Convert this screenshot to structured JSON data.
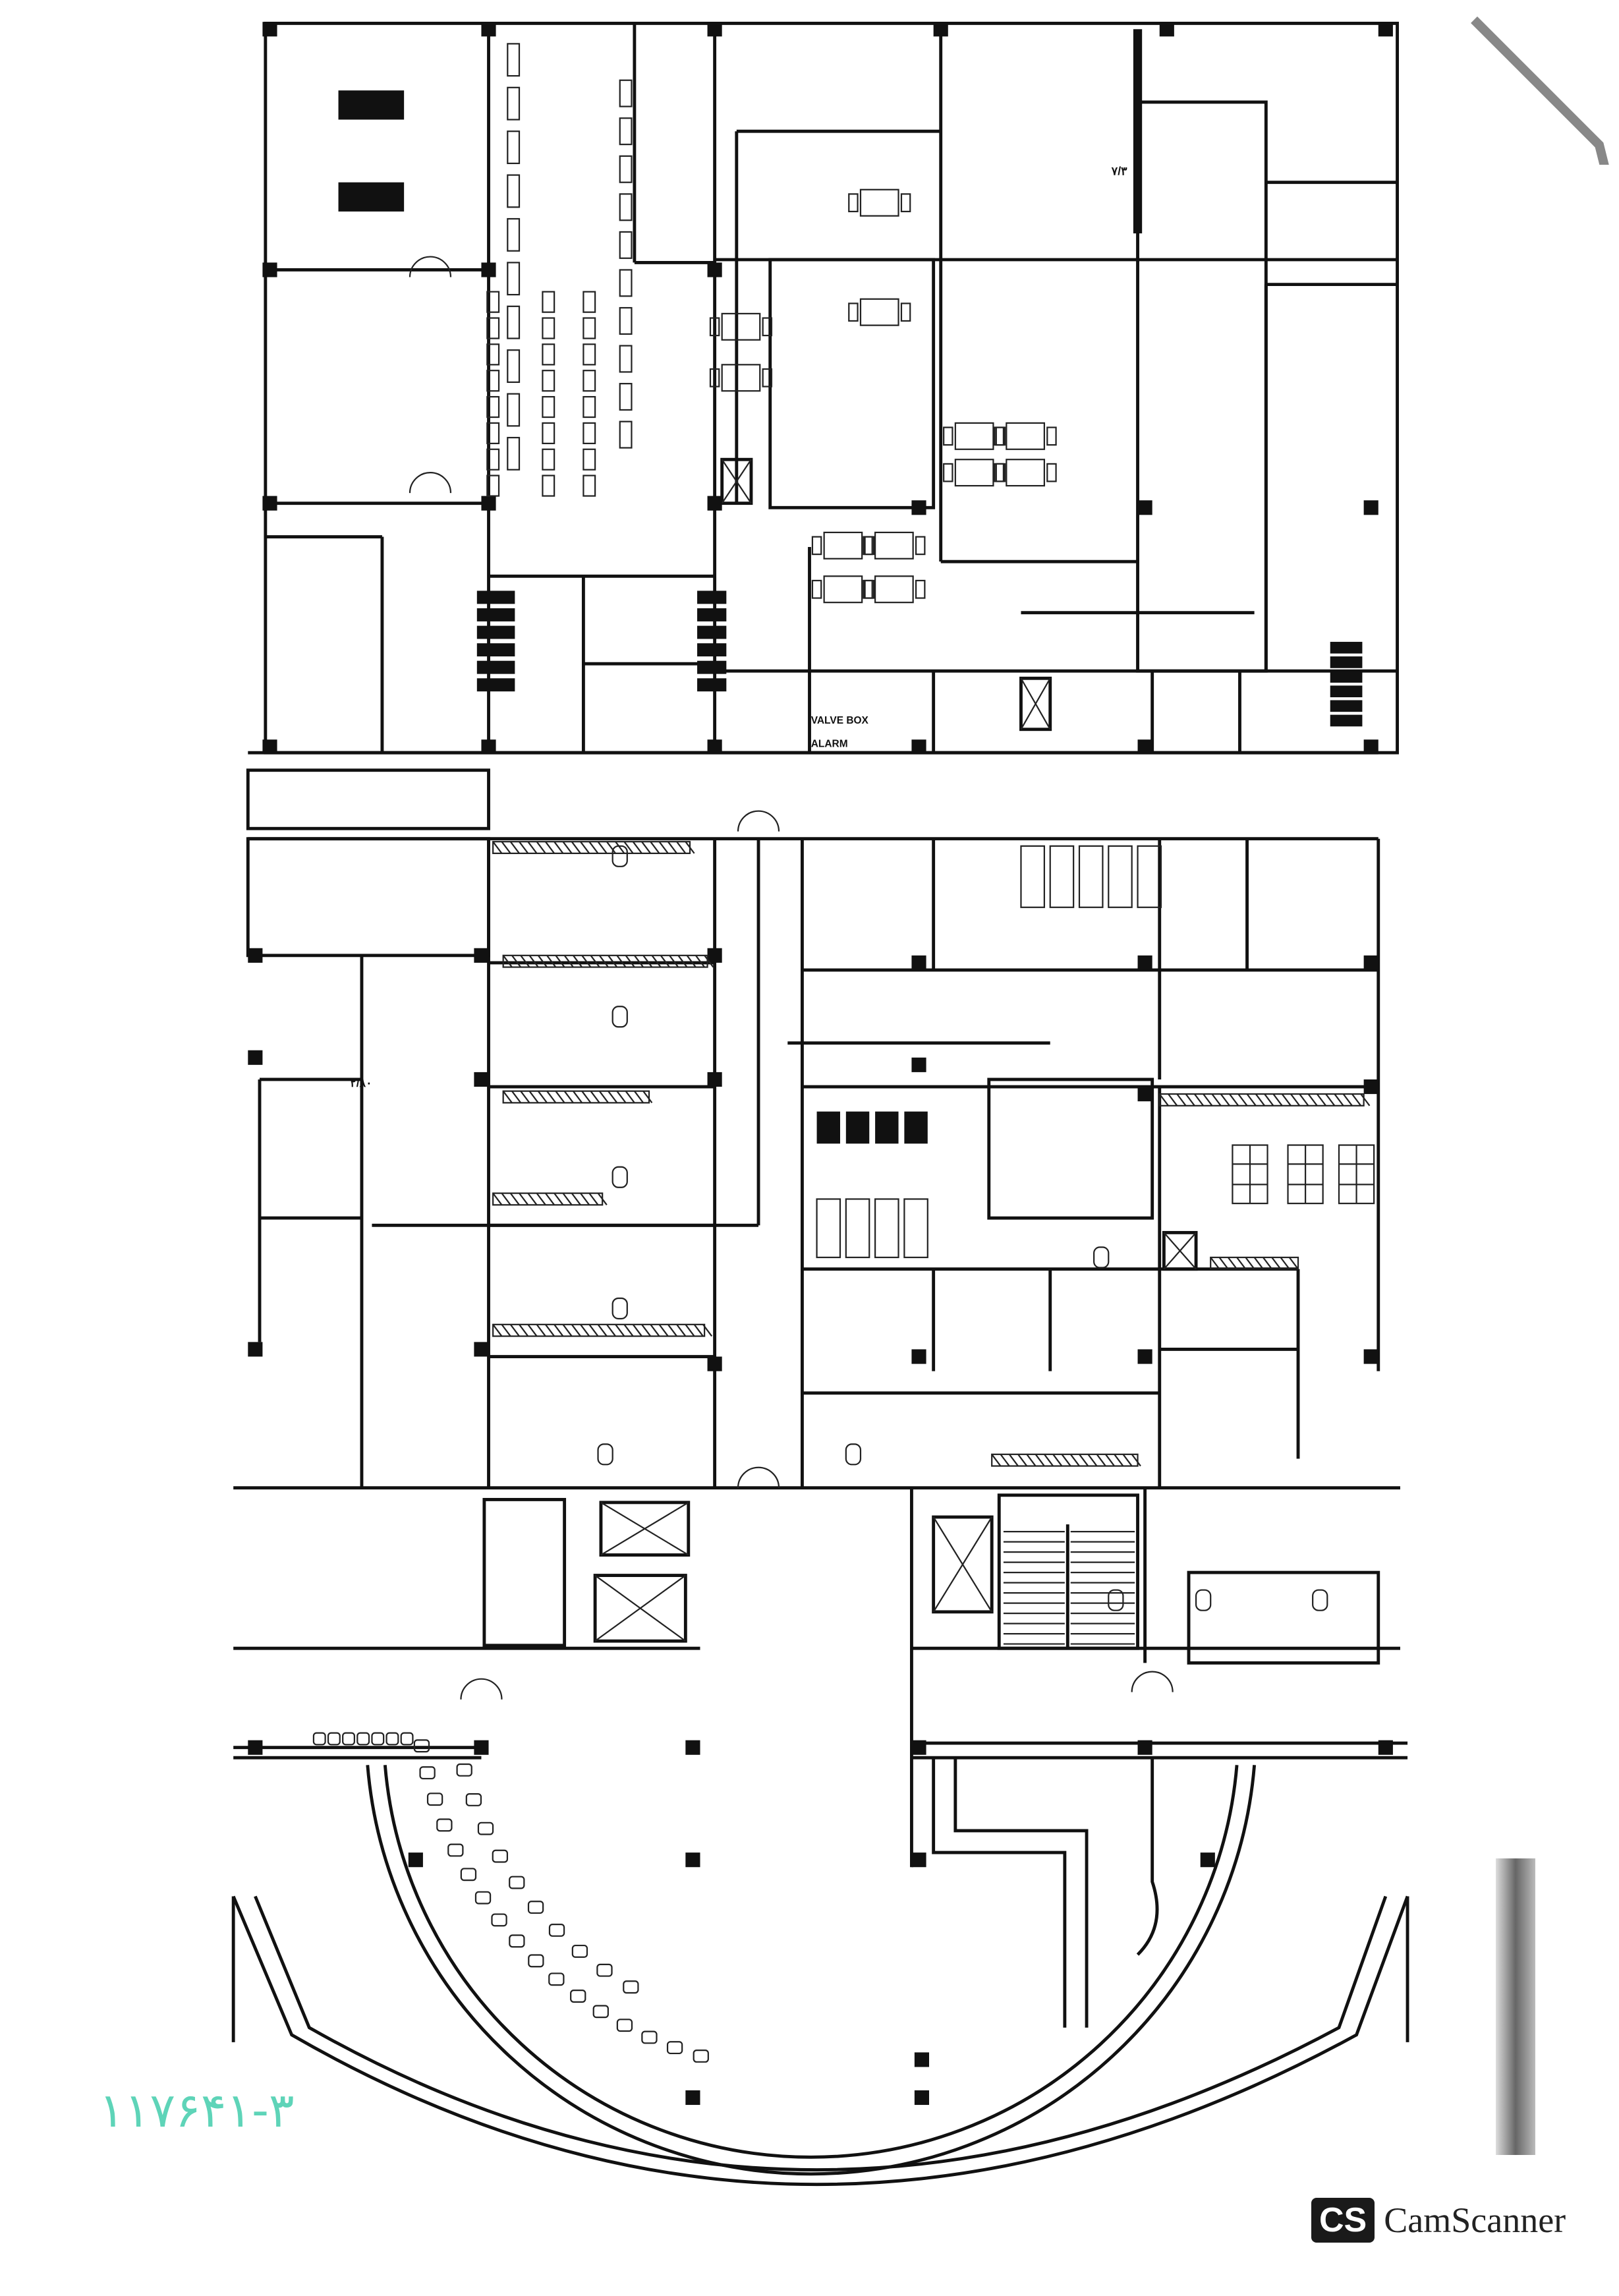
{
  "plan": {
    "labels": {
      "valve_box": "VALVE BOX",
      "alarm": "ALARM",
      "dim_a": "۷/۳",
      "dim_b": "۲/۸۰"
    }
  },
  "handwritten_number": "۱۱۷۶۴۱-۳",
  "watermark": {
    "logo": "CS",
    "name": "CamScanner"
  }
}
